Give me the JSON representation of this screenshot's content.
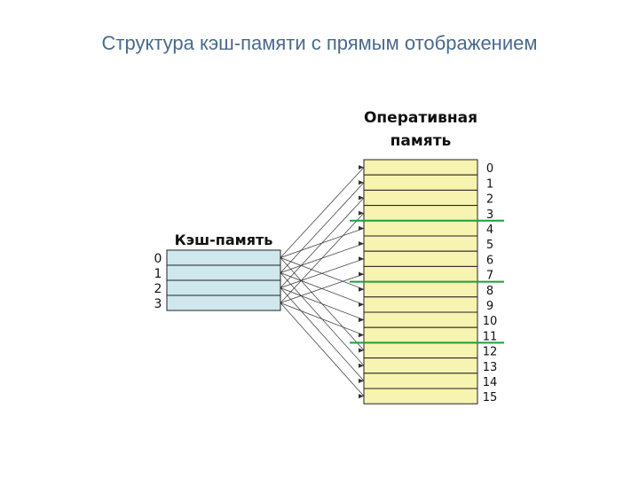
{
  "title": "Структура кэш-памяти с прямым отображением",
  "cache": {
    "title": "Кэш-память",
    "indices": [
      "0",
      "1",
      "2",
      "3"
    ]
  },
  "memory": {
    "title_line1": "Оперативная",
    "title_line2": "память",
    "indices": [
      "0",
      "1",
      "2",
      "3",
      "4",
      "5",
      "6",
      "7",
      "8",
      "9",
      "10",
      "11",
      "12",
      "13",
      "14",
      "15"
    ]
  },
  "colors": {
    "cache_fill": "#cfe8ee",
    "memory_fill": "#f7f3b0",
    "marker_green": "#1e9e3a",
    "title_color": "#4a6a8c"
  },
  "markers_after_rows": [
    3,
    7,
    11
  ]
}
